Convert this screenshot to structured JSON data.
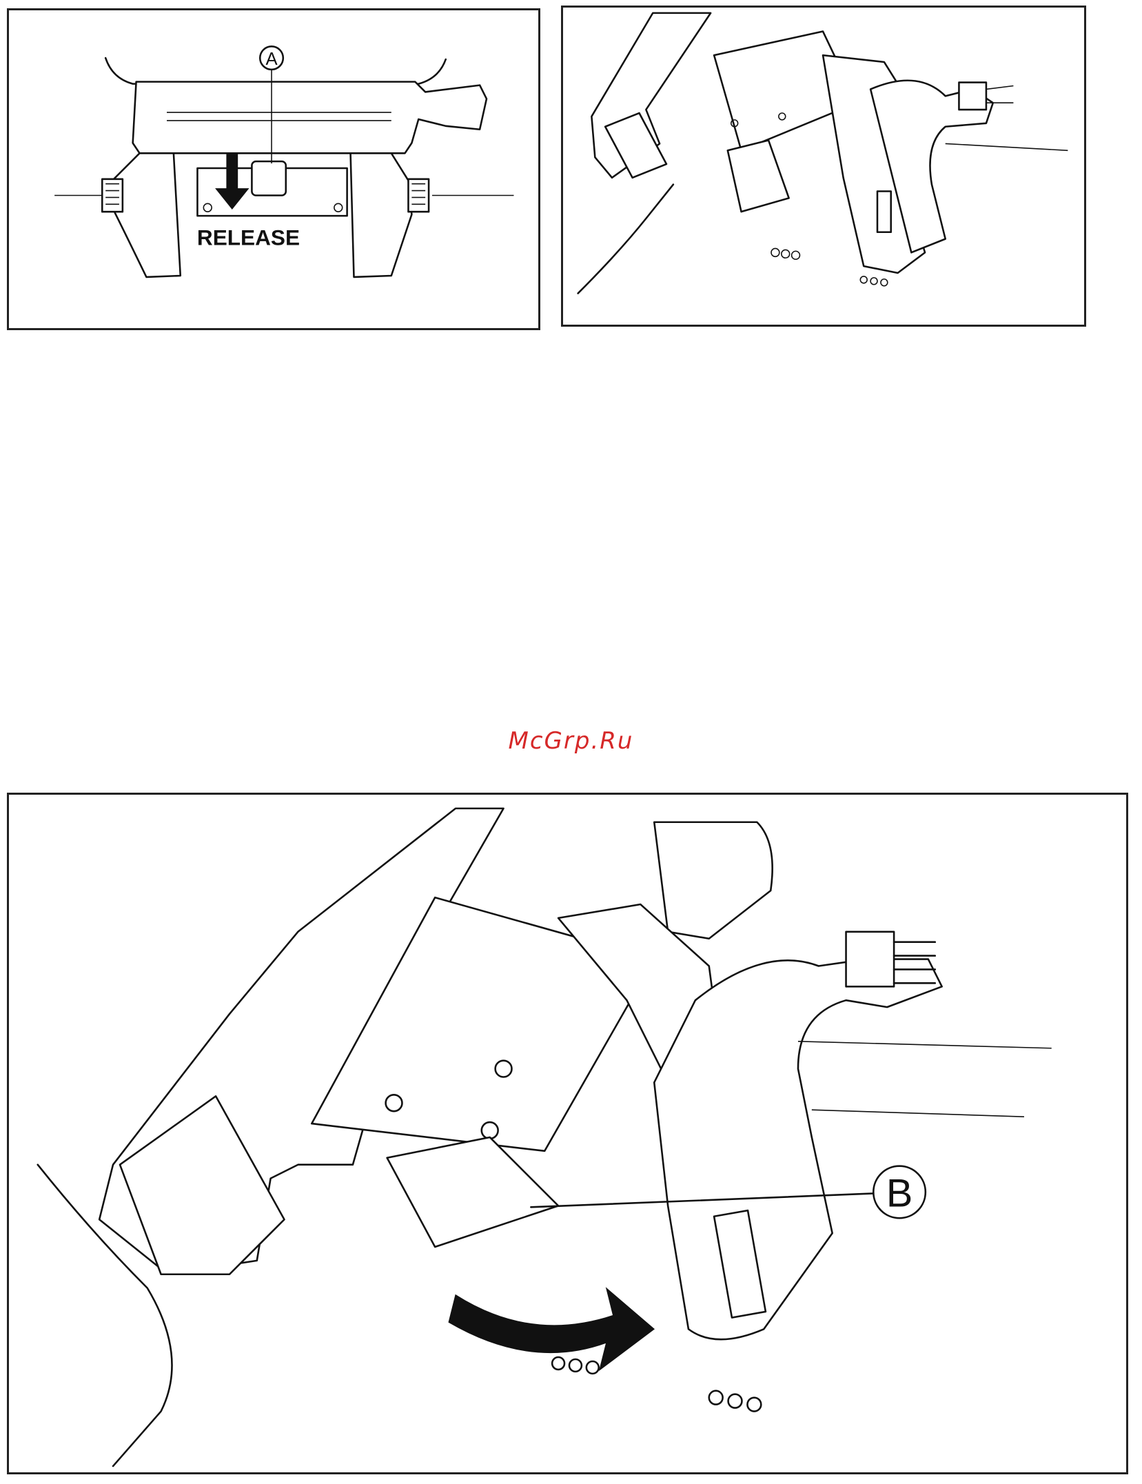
{
  "figures": {
    "release": {
      "callout": "A",
      "caption_text": "RELEASE"
    },
    "bracket_large": {
      "callout": "B"
    }
  },
  "watermark": {
    "text": "McGrp.Ru",
    "color": "#d62828"
  },
  "colors": {
    "line": "#111111",
    "background": "#ffffff"
  }
}
